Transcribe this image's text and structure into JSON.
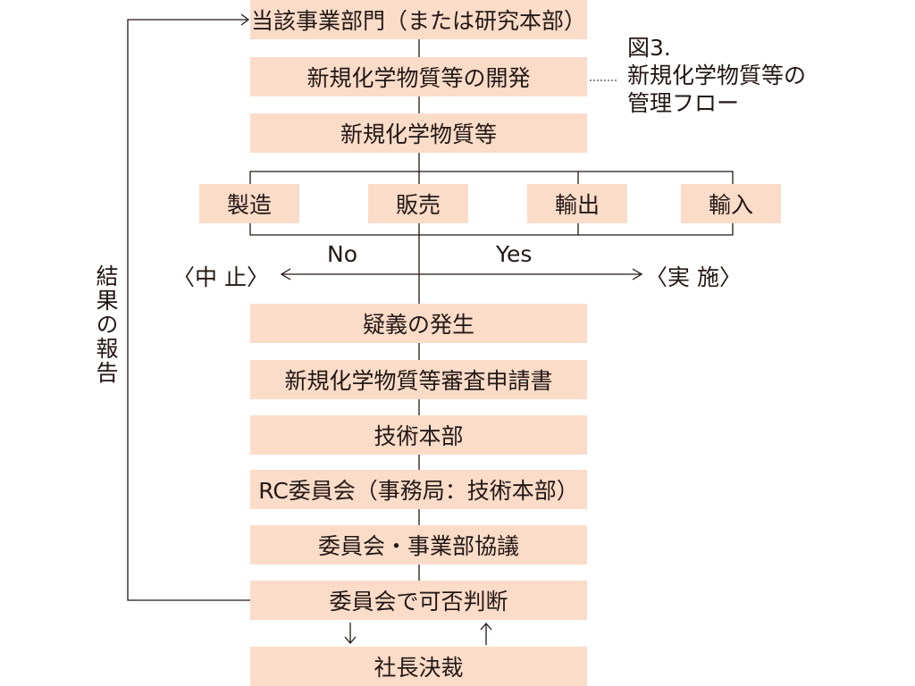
{
  "figure_title": {
    "number": "図3.",
    "line1": "新規化学物質等の",
    "line2": "管理フロー"
  },
  "steps": [
    "当該事業部門（または研究本部）",
    "新規化学物質等の開発",
    "新規化学物質等",
    "疑義の発生",
    "新規化学物質等審査申請書",
    "技術本部",
    "RC委員会（事務局：技術本部）",
    "委員会・事業部協議",
    "委員会で可否判断",
    "社長決裁"
  ],
  "activities": [
    "製造",
    "販売",
    "輸出",
    "輸入"
  ],
  "decision": {
    "no": "No",
    "yes": "Yes",
    "stop": "〈中 止〉",
    "proceed": "〈実 施〉"
  },
  "feedback_label": "結果の報告",
  "colors": {
    "box": "#fbdcc9",
    "line": "#231815"
  }
}
